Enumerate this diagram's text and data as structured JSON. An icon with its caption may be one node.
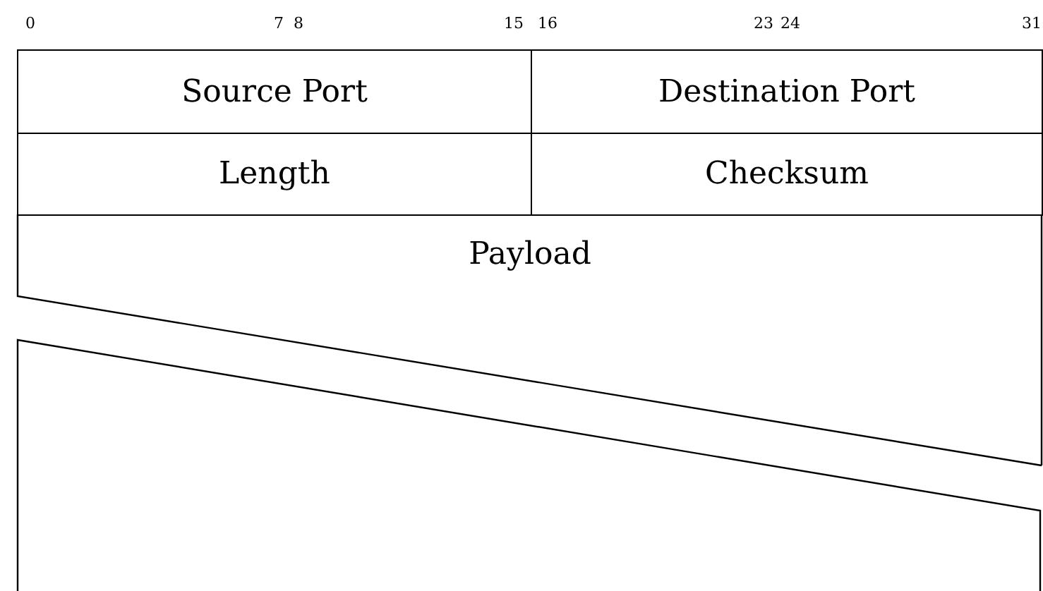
{
  "diagram": {
    "nodes": [
      {
        "text": [
          "Source Port"
        ]
      },
      {
        "text": [
          "Destination Port"
        ]
      },
      {
        "text": [
          "Length"
        ]
      },
      {
        "text": [
          "Checksum"
        ]
      },
      {
        "text": [
          "Payload"
        ]
      }
    ],
    "labels": [
      "0",
      "7",
      "8",
      "15",
      "16",
      "23",
      "24",
      "31"
    ]
  }
}
